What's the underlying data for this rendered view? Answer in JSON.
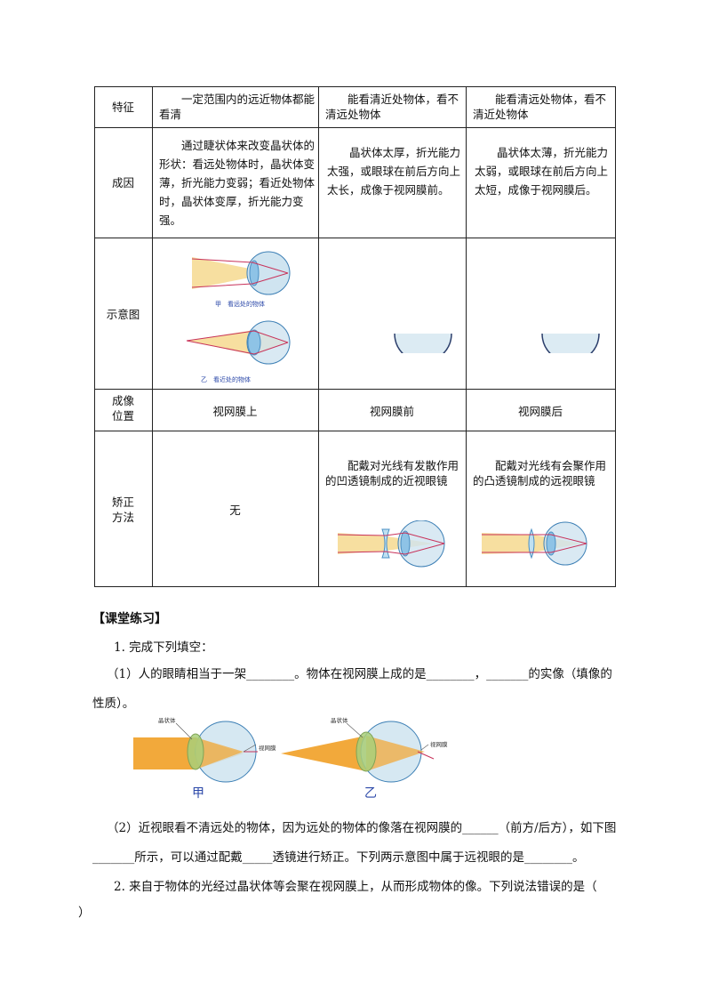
{
  "table": {
    "rows": [
      {
        "label": "特征",
        "normal": "　　一定范围内的远近物体都能看清",
        "myopia": "　　能看清近处物体，看不清远处物体",
        "hyperopia": "　　能看清远处物体，看不清近处物体"
      },
      {
        "label": "成因",
        "normal": "　　通过睫状体来改变晶状体的形状：看远处物体时，晶状体变薄，折光能力变弱；看近处物体时，晶状体变厚，折光能力变强。",
        "myopia": "　　晶状体太厚，折光能力太强，或眼球在前后方向上太长，成像于视网膜前。",
        "hyperopia": "　　晶状体太薄，折光能力太弱，或眼球在前后方向上太短，成像于视网膜后。"
      },
      {
        "label": "示意图",
        "normal_captions": [
          "甲　看远处的物体",
          "乙　看近处的物体"
        ]
      },
      {
        "label_lines": [
          "成像",
          "位置"
        ],
        "normal": "视网膜上",
        "myopia": "视网膜前",
        "hyperopia": "视网膜后"
      },
      {
        "label_lines": [
          "矫正",
          "方法"
        ],
        "normal": "无",
        "myopia": "　　配戴对光线有发散作用的凹透镜制成的近视眼镜",
        "hyperopia": "　　配戴对光线有会聚作用的凸透镜制成的远视眼镜"
      }
    ]
  },
  "exercise": {
    "heading": "【课堂练习】",
    "q1_title": "1. 完成下列填空：",
    "q1_1_line1": "（1）人的眼睛相当于一架________。物体在视网膜上成的是________，_______的实像（填像的",
    "q1_1_line2": "性质）。",
    "fig_left_labels": [
      "晶状体",
      "视网膜"
    ],
    "fig_right_labels": [
      "晶状体",
      "视网膜"
    ],
    "fig_captions": [
      "甲",
      "乙"
    ],
    "q1_2_line1": "（2）近视眼看不清远处的物体，因为远处的物体的像落在视网膜的______（前方/后方），如下图",
    "q1_2_line2": "_______所示，可以通过配戴_____透镜进行矫正。下列两示意图中属于远视眼的是________。",
    "q2_line1": "2. 来自于物体的光经过晶状体等会聚在视网膜上，从而形成物体的像。下列说法错误的是（",
    "q2_line2": "）"
  },
  "colors": {
    "ray": "#c8325a",
    "beam": "#f7dfa0",
    "eyeball": "#cfe4f0",
    "lens_blue": "#5da8d8",
    "lens_green": "#a9cf7a",
    "caption": "#2a47a8",
    "orange_beam": "#f2a93b"
  }
}
